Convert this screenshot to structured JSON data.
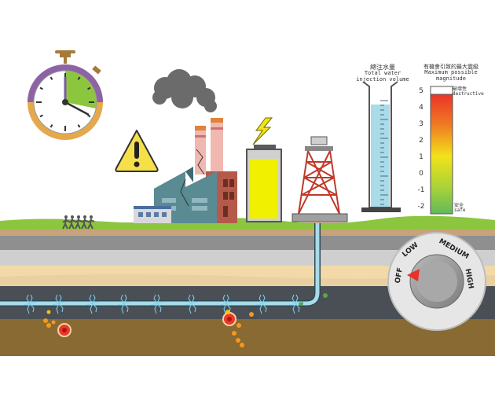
{
  "water_volume": {
    "title_zh": "總注水量",
    "title_en_line1": "Total water",
    "title_en_line2": "injection volume",
    "level": 0.85
  },
  "magnitude_scale": {
    "title_zh": "有機會引致的最大震級",
    "title_en_line1": "Maximum possible",
    "title_en_line2": "magnitude",
    "ticks": [
      "5",
      "4",
      "3",
      "2",
      "1",
      "0",
      "-1",
      "-2"
    ],
    "top_label_zh": "破壞性",
    "top_label_en": "destructive",
    "bottom_label_zh": "安全",
    "bottom_label_en": "safe"
  },
  "pump_dial": {
    "options": [
      "OFF",
      "LOW",
      "MEDIUM",
      "HIGH"
    ],
    "selected": "OFF"
  },
  "stopwatch": {
    "elapsed_fraction": 0.17
  },
  "battery": {
    "charge_fraction": 0.88
  },
  "colors": {
    "sky": "#ffffff",
    "grass": "#8cc63f",
    "soil_brown": "#c8a27a",
    "gray_layer": "#8f8f8f",
    "sand": "#f2d9a8",
    "dark_layer": "#4a4f56",
    "deep_brown": "#8a6a33",
    "water": "#a9dbe8",
    "battery_yellow": "#f0f000",
    "warning": "#f6e04a",
    "dial_arrow": "#e8322a"
  }
}
